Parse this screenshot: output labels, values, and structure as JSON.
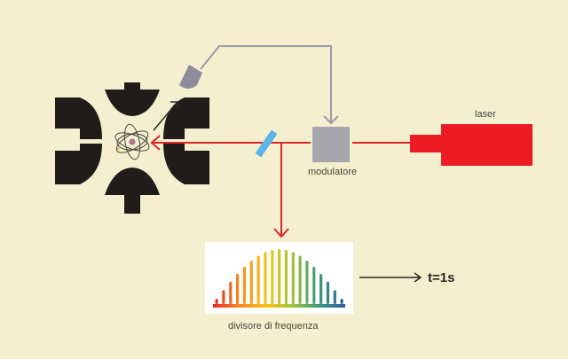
{
  "diagram": {
    "title": "",
    "colors": {
      "background": "#f3efcf",
      "electrode": "#1f1c1a",
      "laser_beam": "#e0242a",
      "laser_body": "#ed1c24",
      "modulator": "#a7a6ad",
      "feedback_line": "#9a99a6",
      "detector": "#8e8d9c",
      "mirror": "#5ab4e5",
      "arrow_dark": "#2a2824"
    },
    "labels": {
      "laser": "laser",
      "modulator": "modulatore",
      "frequency_divider": "divisore di frequenza",
      "output_time": "t=1s"
    },
    "components": [
      {
        "id": "ion-trap",
        "description": "four black trap electrodes surrounding an atom"
      },
      {
        "id": "atom",
        "description": "atom symbol with orbits at trap center"
      },
      {
        "id": "detector",
        "description": "grey photodetector above trap"
      },
      {
        "id": "beam-splitter",
        "description": "blue tilted mirror"
      },
      {
        "id": "modulator",
        "description": "grey square box"
      },
      {
        "id": "laser",
        "description": "red laser body"
      },
      {
        "id": "frequency-comb",
        "description": "rainbow spectral comb inside white box"
      }
    ],
    "frequency_comb": {
      "bar_count": 19,
      "gradient": [
        "#e8262a",
        "#f58a23",
        "#f7c619",
        "#9fc43a",
        "#3a9a7a",
        "#2f5ea8"
      ]
    }
  }
}
